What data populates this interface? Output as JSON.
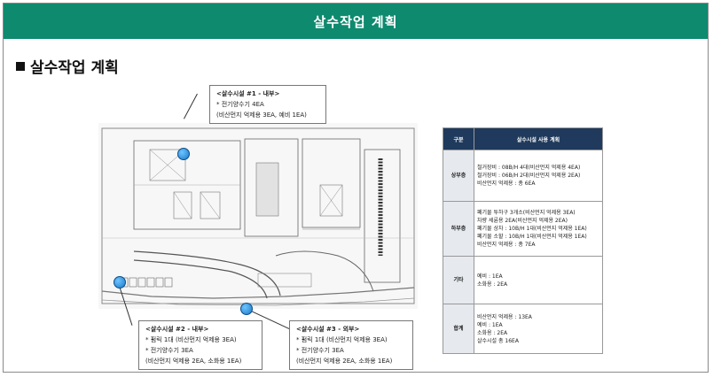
{
  "header": {
    "title": "살수작업 계획"
  },
  "section": {
    "title": "살수작업  계획"
  },
  "callouts": [
    {
      "title": "<살수시설 #1 - 내부>",
      "lines": [
        "* 전기양수기 4EA",
        "(비산먼지 억제용 3EA, 예비 1EA)"
      ]
    },
    {
      "title": "<살수시설 #2 - 내부>",
      "lines": [
        "* 펌릭 1대 (비산먼지 억제용 3EA)",
        "* 전기양수기 3EA",
        "(비산먼지 억제용 2EA, 소화용 1EA)"
      ]
    },
    {
      "title": "<살수시설 #3 - 외부>",
      "lines": [
        "* 펌릭 1대 (비산먼지 억제용 3EA)",
        "* 전기양수기 3EA",
        "(비산먼지 억제용 2EA, 소화용 1EA)"
      ]
    }
  ],
  "table": {
    "headers": [
      "구분",
      "살수시설 사용 계획"
    ],
    "rows": [
      {
        "category": "상부층",
        "lines": [
          "철거장비 : 08B/H 4대(비산먼지 억제용 4EA)",
          "철거장비 : 06B/H 2대(비산먼지 억제용 2EA)",
          "비산먼지 억제용 : 총 6EA"
        ]
      },
      {
        "category": "하부층",
        "lines": [
          "폐기물 투하구 3개소(비산먼지 억제용 3EA)",
          "차량 세륜용 2EA(비산먼지 억제용 2EA)",
          "폐기물 상차 : 10B/H 1대(비산먼지 억제용 1EA)",
          "폐기물 소할 : 10B/H 1대(비산먼지 억제용 1EA)",
          "비산먼지 억제용 : 총 7EA"
        ]
      },
      {
        "category": "기타",
        "lines": [
          "예비 : 1EA",
          "소화용 : 2EA"
        ]
      },
      {
        "category": "합계",
        "lines": [
          "비산먼지 억제용 : 13EA",
          "예비 : 1EA",
          "소화용 : 2EA",
          "살수시설 총 16EA"
        ]
      }
    ]
  }
}
